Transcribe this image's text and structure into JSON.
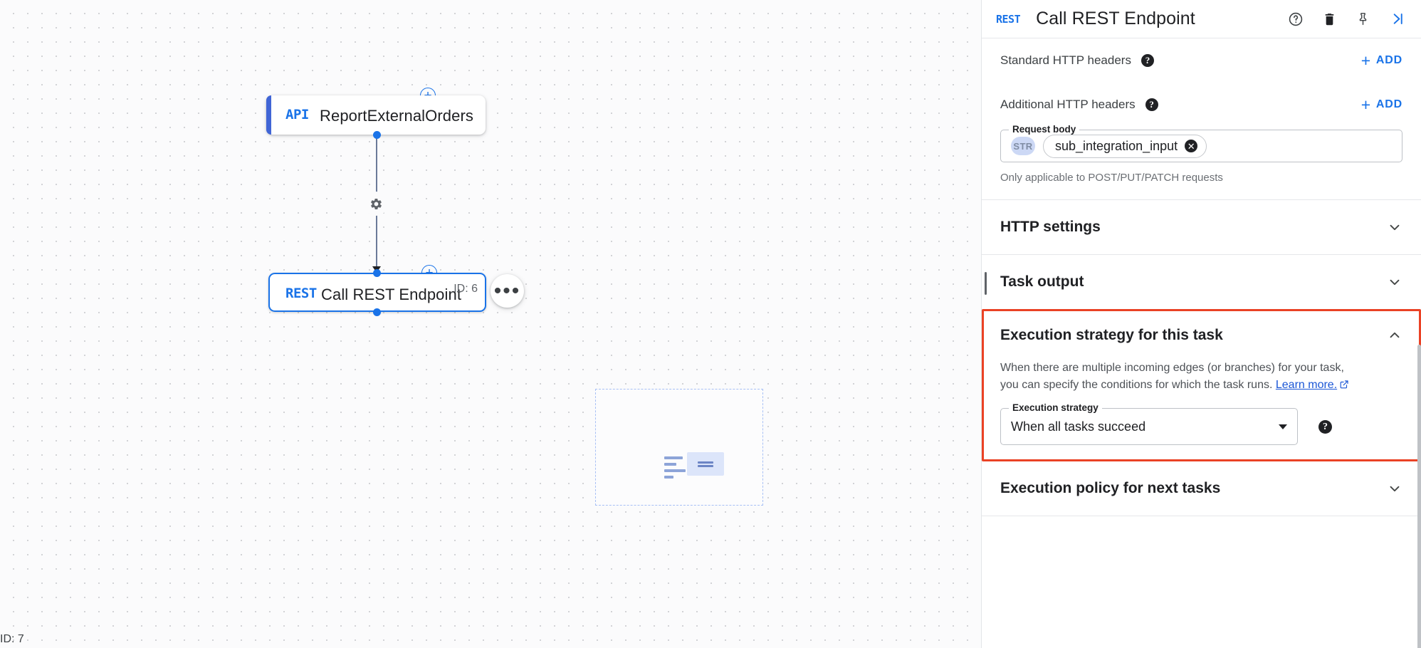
{
  "canvas": {
    "nodes": [
      {
        "type_label": "API",
        "title": "ReportExternalOrders",
        "id_label": ""
      },
      {
        "type_label": "REST",
        "title": "Call REST Endpoint",
        "id_label": "ID: 6"
      }
    ],
    "corner_id": "ID: 7",
    "add_node_icon": "plus-circle-icon",
    "edge_config_icon": "gear-icon",
    "node_menu_icon": "more-options-icon"
  },
  "panel": {
    "header": {
      "type_badge": "REST",
      "title": "Call REST Endpoint",
      "icons": [
        "help-icon",
        "delete-icon",
        "pin-icon",
        "collapse-panel-icon"
      ]
    },
    "standard_headers": {
      "label": "Standard HTTP headers",
      "add_label": "ADD"
    },
    "additional_headers": {
      "label": "Additional HTTP headers",
      "add_label": "ADD"
    },
    "request_body": {
      "legend": "Request body",
      "type_badge": "STR",
      "chip_value": "sub_integration_input",
      "hint": "Only applicable to POST/PUT/PATCH requests"
    },
    "http_settings": {
      "title": "HTTP settings",
      "state": "collapsed"
    },
    "task_output": {
      "title": "Task output",
      "state": "collapsed"
    },
    "execution_strategy": {
      "title": "Execution strategy for this task",
      "state": "expanded",
      "description_line1": "When there are multiple incoming edges (or branches) for your task,",
      "description_line2": "you can specify the conditions for which the task runs.",
      "learn_more": "Learn more.",
      "field_legend": "Execution strategy",
      "field_value": "When all tasks succeed",
      "highlight_color": "#ea4225"
    },
    "execution_policy": {
      "title": "Execution policy for next tasks",
      "state": "collapsed"
    }
  },
  "colors": {
    "accent_blue": "#1a73e8",
    "node_accent": "#4065d6",
    "highlight": "#ea4225",
    "text_primary": "#202124",
    "text_secondary": "#5f6368"
  }
}
